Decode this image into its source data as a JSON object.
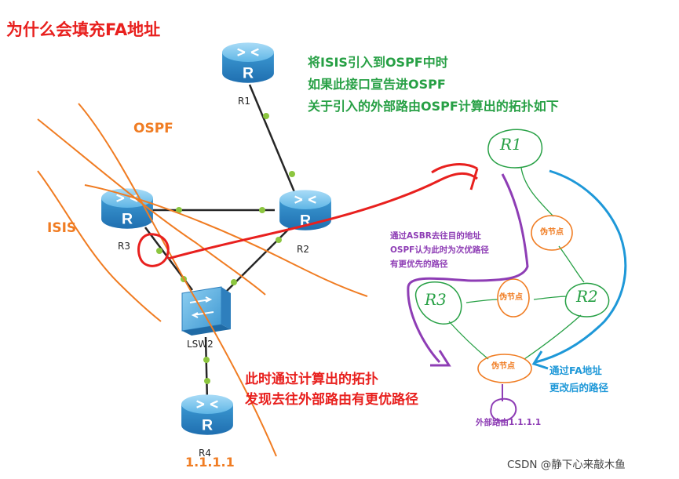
{
  "colors": {
    "title_red": "#e8201e",
    "green_text": "#27a045",
    "orange_text": "#f07c22",
    "purple_text": "#8e3db5",
    "blue_text": "#1e98d8",
    "router_blue": "#3ea0d6",
    "link_dark": "#262626",
    "link_dot_green": "#8cc63f"
  },
  "title": "为什么会填充FA地址",
  "green_note": {
    "line1": "将ISIS引入到OSPF中时",
    "line2": "如果此接口宣告进OSPF",
    "line3": "关于引入的外部路由OSPF计算出的拓扑如下"
  },
  "areas": {
    "ospf": "OSPF",
    "isis": "ISIS"
  },
  "devices": {
    "r1": {
      "label": "R1",
      "icon": "router-icon"
    },
    "r2": {
      "label": "R2",
      "icon": "router-icon"
    },
    "r3": {
      "label": "R3",
      "icon": "router-icon"
    },
    "r4": {
      "label": "R4",
      "icon": "router-icon"
    },
    "lsw2": {
      "label": "LSW2",
      "icon": "switch-icon"
    }
  },
  "r4_address": "1.1.1.1",
  "red_note": {
    "line1": "此时通过计算出的拓扑",
    "line2": "发现去往外部路由有更优路径"
  },
  "topology_sketch": {
    "r1_label": "R1",
    "r2_label": "R2",
    "r3_label": "R3",
    "pseudo_node": "伪节点",
    "external_route": "外部路由1.1.1.1"
  },
  "purple_note": {
    "line1": "通过ASBR去往目的地址",
    "line2": "OSPF认为此时为次优路径",
    "line3": "有更优先的路径"
  },
  "blue_note": {
    "line1": "通过FA地址",
    "line2": "更改后的路径"
  },
  "watermark": "CSDN @静下心来敲木鱼"
}
